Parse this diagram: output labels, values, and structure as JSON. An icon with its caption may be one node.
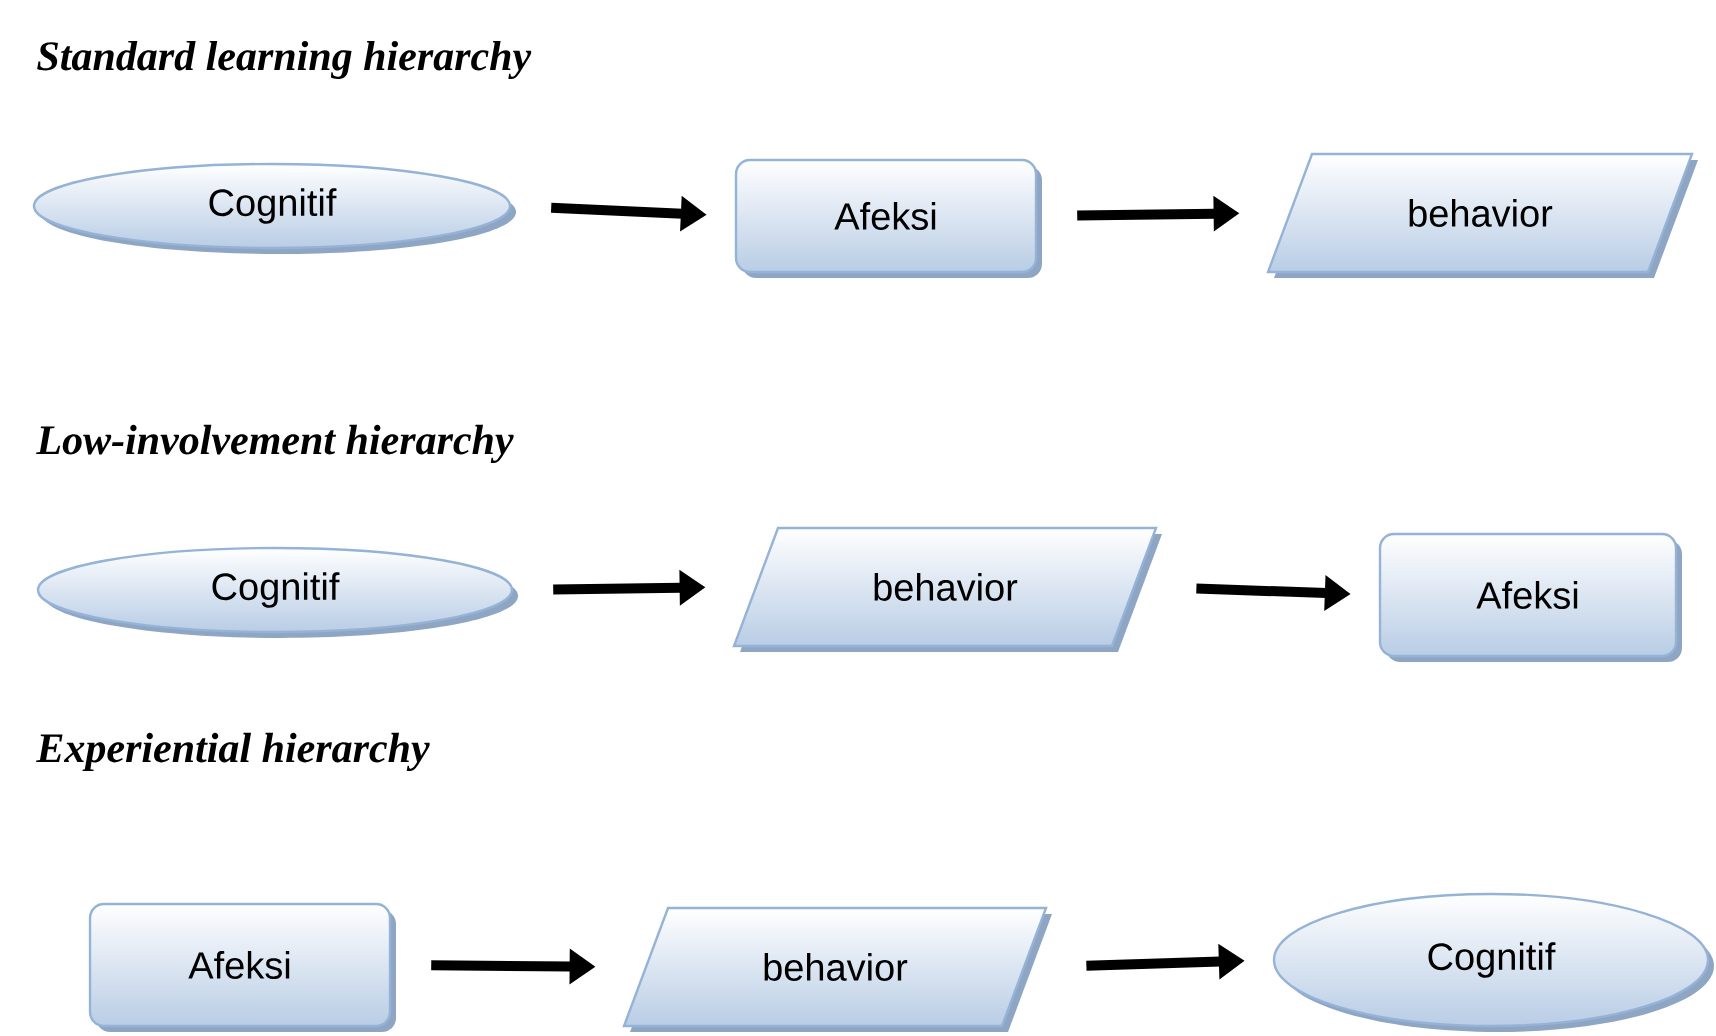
{
  "diagram": {
    "nodes": [
      {
        "text": [
          "Cognitif"
        ]
      },
      {
        "text": [
          "Afeksi"
        ]
      },
      {
        "text": [
          "behavior"
        ]
      },
      {
        "text": [
          "Cognitif"
        ]
      },
      {
        "text": [
          "behavior"
        ]
      },
      {
        "text": [
          "Afeksi"
        ]
      },
      {
        "text": [
          "Afeksi"
        ]
      },
      {
        "text": [
          "behavior"
        ]
      },
      {
        "text": [
          "Cognitif"
        ]
      }
    ],
    "edges": [
      {
        "from": 0,
        "to": 1,
        "arrow": "to"
      },
      {
        "from": 1,
        "to": 2,
        "arrow": "to"
      },
      {
        "from": 3,
        "to": 4,
        "arrow": "to"
      },
      {
        "from": 4,
        "to": 5,
        "arrow": "to"
      },
      {
        "from": 6,
        "to": 7,
        "arrow": "to"
      },
      {
        "from": 7,
        "to": 8,
        "arrow": "to"
      }
    ],
    "labels": [
      "Standard learning hierarchy",
      "Low-involvement hierarchy",
      "Experiential hierarchy"
    ]
  }
}
